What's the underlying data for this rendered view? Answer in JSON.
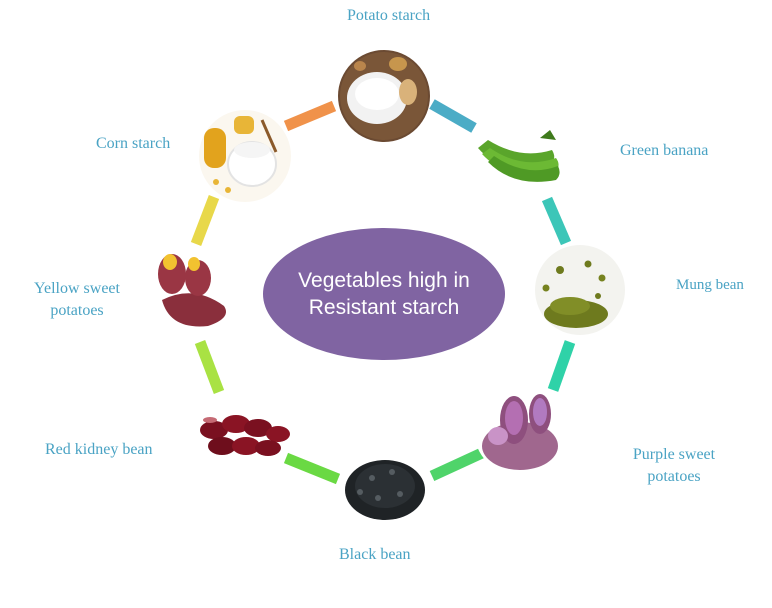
{
  "center": {
    "title": "Vegetables high in Resistant starch"
  },
  "items": [
    {
      "key": "potato-starch",
      "label": "Potato starch"
    },
    {
      "key": "green-banana",
      "label": "Green banana"
    },
    {
      "key": "mung-bean",
      "label": "Mung bean"
    },
    {
      "key": "purple-sweet-potatoes",
      "label_line1": "Purple sweet",
      "label_line2": "potatoes"
    },
    {
      "key": "black-bean",
      "label": "Black bean"
    },
    {
      "key": "red-kidney-bean",
      "label": "Red kidney bean"
    },
    {
      "key": "yellow-sweet-potatoes",
      "label_line1": "Yellow sweet",
      "label_line2": "potatoes"
    },
    {
      "key": "corn-starch",
      "label": "Corn starch"
    }
  ],
  "colors": {
    "label_text": "#4aa3c4",
    "center_fill": "#8064a2",
    "ring_segments": [
      "#4bacc6",
      "#3cc6b8",
      "#2fd2a8",
      "#4fd46a",
      "#6ad943",
      "#a9e243",
      "#e8d84a",
      "#f0924a"
    ]
  }
}
